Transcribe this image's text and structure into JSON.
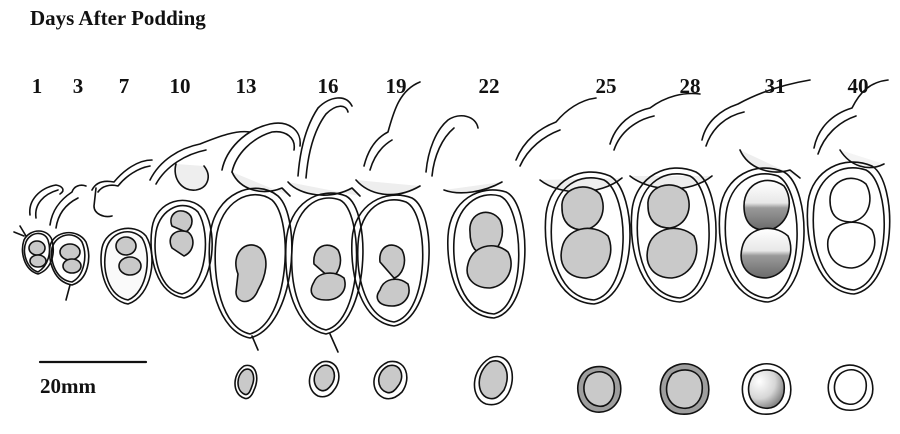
{
  "figure": {
    "title": "Days After Podding",
    "scale_bar_label": "20mm",
    "stages": [
      {
        "day": "1",
        "seed": false
      },
      {
        "day": "3",
        "seed": false
      },
      {
        "day": "7",
        "seed": false
      },
      {
        "day": "10",
        "seed": false
      },
      {
        "day": "13",
        "seed": true,
        "seed_style": "grey"
      },
      {
        "day": "16",
        "seed": true,
        "seed_style": "grey"
      },
      {
        "day": "19",
        "seed": true,
        "seed_style": "grey"
      },
      {
        "day": "22",
        "seed": true,
        "seed_style": "grey"
      },
      {
        "day": "25",
        "seed": true,
        "seed_style": "grey"
      },
      {
        "day": "28",
        "seed": true,
        "seed_style": "grey"
      },
      {
        "day": "31",
        "seed": true,
        "seed_style": "gradient"
      },
      {
        "day": "40",
        "seed": true,
        "seed_style": "white"
      }
    ],
    "colors": {
      "outline": "#111111",
      "seed_fill": "#c9c9c9",
      "stem_fill": "#eeeeee"
    }
  }
}
